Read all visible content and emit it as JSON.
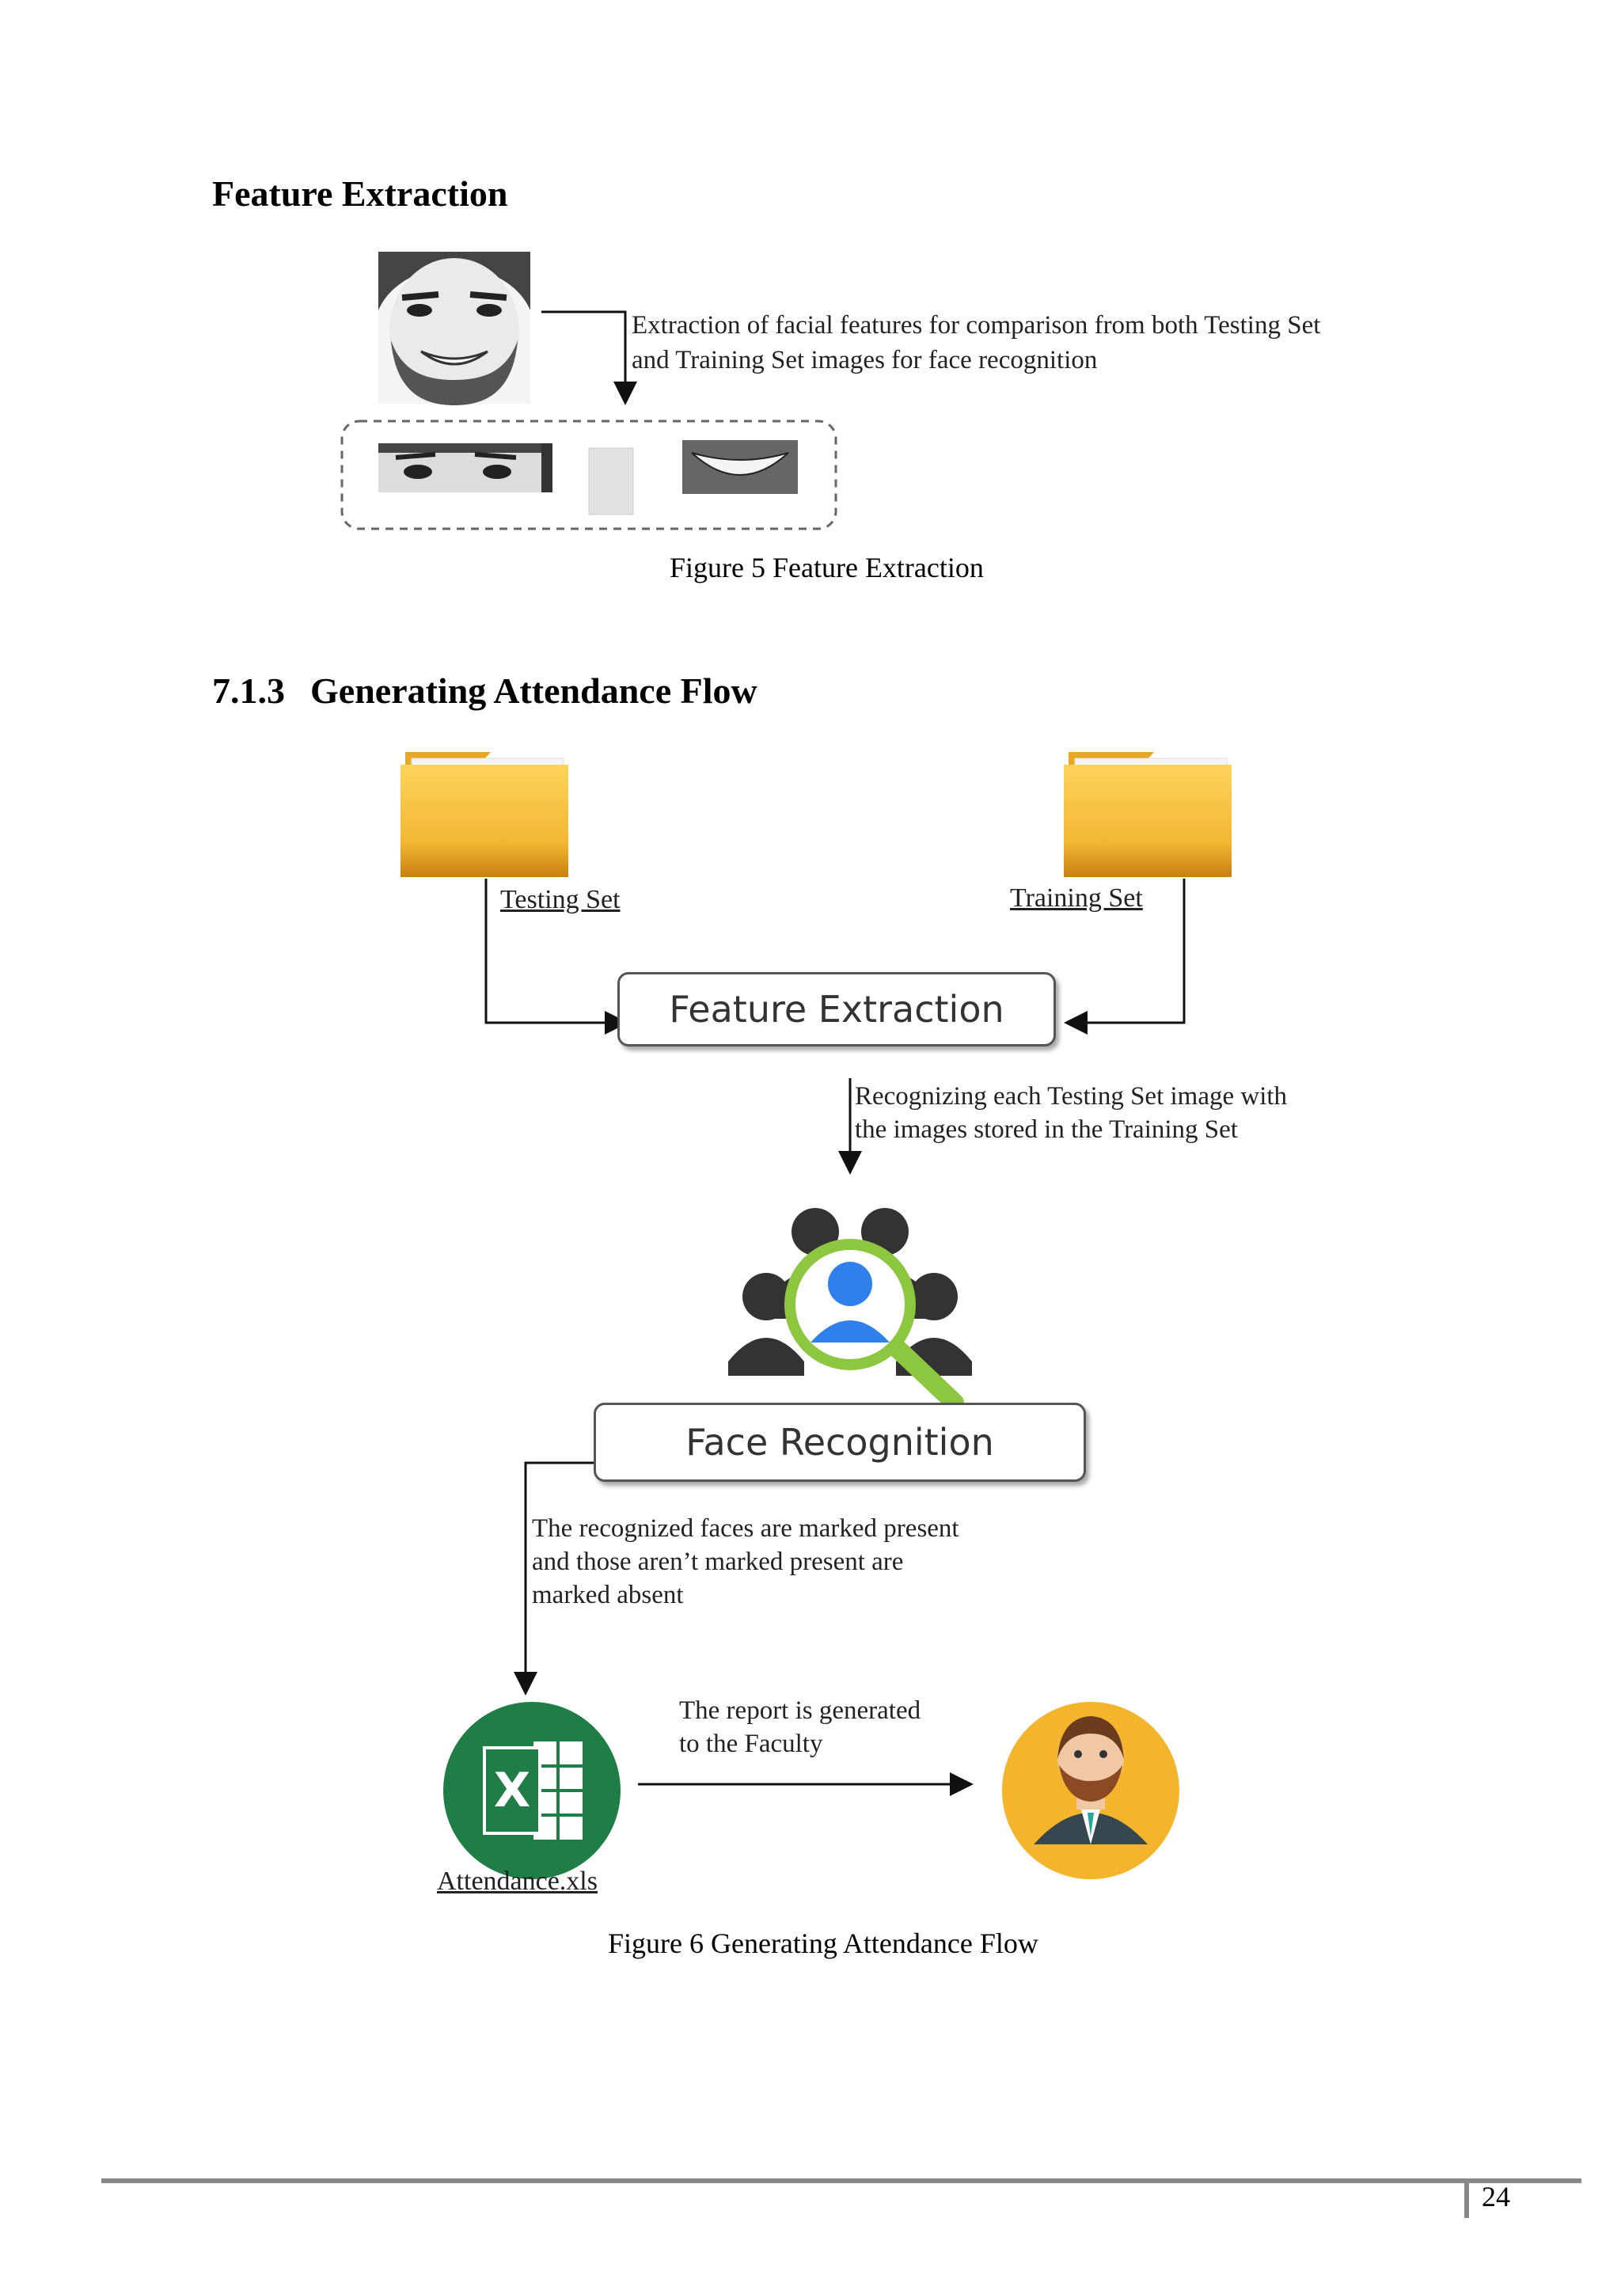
{
  "section_feature": {
    "heading": "Feature Extraction",
    "description_line1": "Extraction of facial features for comparison from both Testing Set",
    "description_line2": "and Training Set images for face recognition",
    "caption": "Figure 5 Feature Extraction"
  },
  "section_flow": {
    "number": "7.1.3",
    "heading": "Generating Attendance Flow",
    "testing_set_label": "Testing Set",
    "training_set_label": "Training Set",
    "feature_box_label": "Feature Extraction",
    "recognize_line1": "Recognizing each Testing Set image with",
    "recognize_line2": "the images stored in the Training Set",
    "face_recognition_label": "Face Recognition",
    "marked_line1": "The recognized faces are marked present",
    "marked_line2": "and those aren’t marked present are",
    "marked_line3": "marked absent",
    "excel_icon_letter": "X",
    "report_line1": "The report is generated",
    "report_line2": "to the Faculty",
    "attendance_file_label": "Attendance.xls",
    "caption": "Figure 6 Generating Attendance Flow"
  },
  "footer": {
    "page_number": "24"
  },
  "colors": {
    "folder": "#f2b632",
    "excel_green": "#1e7e45",
    "faculty_circle": "#f4b52c",
    "magnifier": "#8dc63f",
    "person_blue": "#2f80ed"
  }
}
